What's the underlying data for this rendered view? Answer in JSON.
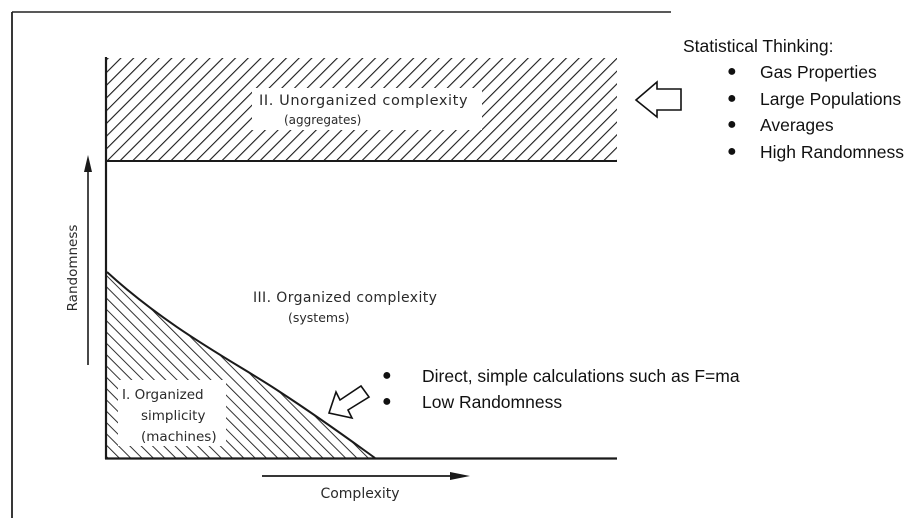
{
  "diagram": {
    "regions": [
      {
        "id": "organized-simplicity",
        "numeral": "I.",
        "label_lines": [
          "I.  Organized",
          "simplicity",
          "(machines)"
        ],
        "hatched": true
      },
      {
        "id": "unorganized-complexity",
        "numeral": "II.",
        "label_lines": [
          "II.  Unorganized  complexity",
          "(aggregates)"
        ],
        "hatched": true
      },
      {
        "id": "organized-complexity",
        "numeral": "III.",
        "label_lines": [
          "III.  Organized  complexity",
          "(systems)"
        ],
        "hatched": false
      }
    ],
    "axes": {
      "x_label": "Complexity",
      "y_label": "Randomness"
    }
  },
  "annotations": {
    "statistical": {
      "title": "Statistical Thinking:",
      "items": [
        "Gas Properties",
        "Large Populations",
        "Averages",
        "High Randomness"
      ],
      "arrow_icon": "arrow-left-outline-icon"
    },
    "simple": {
      "items": [
        "Direct, simple calculations such as F=ma",
        "Low Randomness"
      ],
      "arrow_icon": "arrow-down-left-outline-icon"
    },
    "bullet_glyph": "●"
  },
  "colors": {
    "ink": "#1a1a1a",
    "background": "#ffffff"
  }
}
